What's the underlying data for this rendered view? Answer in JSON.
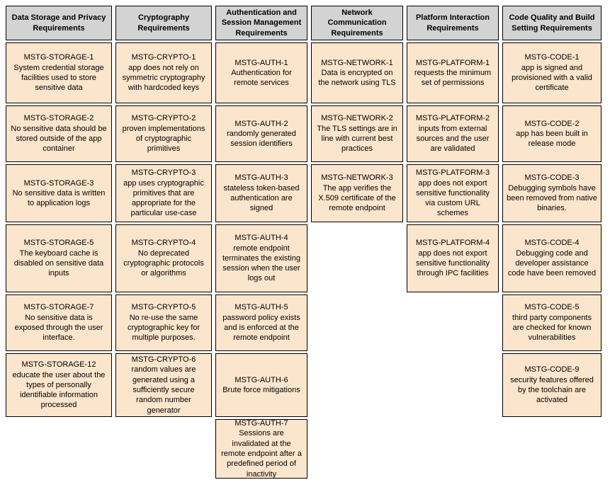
{
  "colors": {
    "header_bg": "#d3d3d3",
    "cell_bg": "#fce5cd",
    "border": "#000000"
  },
  "columns": [
    {
      "header": "Data Storage and Privacy Requirements",
      "cells": [
        {
          "id": "MSTG-STORAGE-1",
          "text": "System credential storage facilities used to store sensitive data"
        },
        {
          "id": "MSTG-STORAGE-2",
          "text": "No sensitive data should be stored outside of the app container"
        },
        {
          "id": "MSTG-STORAGE-3",
          "text": "No sensitive data is written to application logs"
        },
        {
          "id": "MSTG-STORAGE-5",
          "text": "The keyboard cache is disabled on sensitive data inputs"
        },
        {
          "id": "MSTG-STORAGE-7",
          "text": "No sensitive data is exposed through the user interface."
        },
        {
          "id": "MSTG-STORAGE-12",
          "text": "educate the user about the types of personally identifiable information processed"
        }
      ]
    },
    {
      "header": "Cryptography Requirements",
      "cells": [
        {
          "id": "MSTG-CRYPTO-1",
          "text": "app does not rely on symmetric cryptography with hardcoded keys"
        },
        {
          "id": "MSTG-CRYPTO-2",
          "text": "proven implementations of cryptographic primitives"
        },
        {
          "id": "MSTG-CRYPTO-3",
          "text": "app uses cryptographic primitives that are appropriate for the particular use-case"
        },
        {
          "id": "MSTG-CRYPTO-4",
          "text": "No deprecated cryptographic protocols or algorithms"
        },
        {
          "id": "MSTG-CRYPTO-5",
          "text": "No re-use the same cryptographic key for multiple purposes."
        },
        {
          "id": "MSTG-CRYPTO-6",
          "text": "random values are generated using a sufficiently secure random number generator"
        }
      ]
    },
    {
      "header": "Authentication and Session Management Requirements",
      "cells": [
        {
          "id": "MSTG-AUTH-1",
          "text": "Authentication for remote services"
        },
        {
          "id": "MSTG-AUTH-2",
          "text": "randomly generated session identifiers"
        },
        {
          "id": "MSTG-AUTH-3",
          "text": "stateless token-based authentication are signed"
        },
        {
          "id": "MSTG-AUTH-4",
          "text": "remote endpoint terminates the existing session when the user logs out"
        },
        {
          "id": "MSTG-AUTH-5",
          "text": "password policy exists and is enforced at the remote endpoint"
        },
        {
          "id": "MSTG-AUTH-6",
          "text": "Brute force mitigations"
        },
        {
          "id": "MSTG-AUTH-7",
          "text": "Sessions are invalidated at the remote endpoint after a predefined period of inactivity"
        }
      ]
    },
    {
      "header": "Network Communication Requirements",
      "cells": [
        {
          "id": "MSTG-NETWORK-1",
          "text": "Data is encrypted on the network using TLS"
        },
        {
          "id": "MSTG-NETWORK-2",
          "text": "The TLS settings are in line with current best practices"
        },
        {
          "id": "MSTG-NETWORK-3",
          "text": "The app verifies the X.509 certificate of the remote endpoint"
        }
      ]
    },
    {
      "header": "Platform Interaction Requirements",
      "cells": [
        {
          "id": "MSTG-PLATFORM-1",
          "text": "requests the minimum set of permissions"
        },
        {
          "id": "MSTG-PLATFORM-2",
          "text": "inputs from external sources and the user are validated"
        },
        {
          "id": "MSTG-PLATFORM-3",
          "text": "app does not export sensitive functionality via custom URL schemes"
        },
        {
          "id": "MSTG-PLATFORM-4",
          "text": "app does not export sensitive functionality through IPC facilities"
        }
      ]
    },
    {
      "header": "Code Quality and Build Setting Requirements",
      "cells": [
        {
          "id": "MSTG-CODE-1",
          "text": "app is signed and provisioned with a valid certificate"
        },
        {
          "id": "MSTG-CODE-2",
          "text": "app has been built in release mode"
        },
        {
          "id": "MSTG-CODE-3",
          "text": "Debugging symbols have been removed from native binaries."
        },
        {
          "id": "MSTG-CODE-4",
          "text": "Debugging code and developer assistance code have been removed"
        },
        {
          "id": "MSTG-CODE-5",
          "text": "third party components are checked for known vulnerabilities"
        },
        {
          "id": "MSTG-CODE-9",
          "text": "security features offered by the toolchain are activated"
        }
      ]
    }
  ]
}
